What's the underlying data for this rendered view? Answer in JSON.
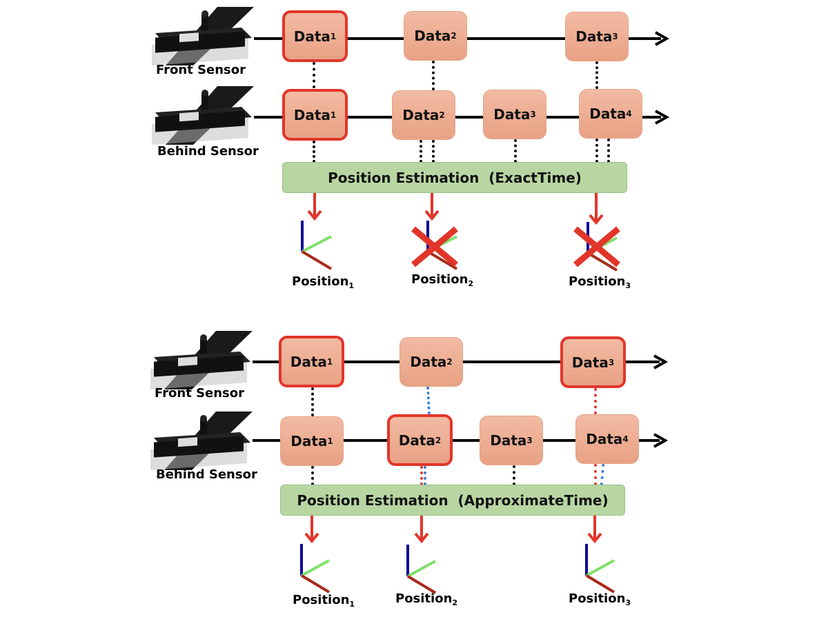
{
  "sections": [
    {
      "mode": "ExactTime",
      "estimation_label": "Position Estimation",
      "estimation_mode_label": "(ExactTime)",
      "front_sensor": {
        "label": "Front Sensor",
        "data": [
          {
            "name": "Data",
            "sub": "1",
            "highlighted": true
          },
          {
            "name": "Data",
            "sub": "2",
            "highlighted": false
          },
          {
            "name": "Data",
            "sub": "3",
            "highlighted": false
          }
        ]
      },
      "behind_sensor": {
        "label": "Behind Sensor",
        "data": [
          {
            "name": "Data",
            "sub": "1",
            "highlighted": true
          },
          {
            "name": "Data",
            "sub": "2",
            "highlighted": false
          },
          {
            "name": "Data",
            "sub": "3",
            "highlighted": false
          },
          {
            "name": "Data",
            "sub": "4",
            "highlighted": false
          }
        ]
      },
      "positions": [
        {
          "name": "Position",
          "sub": "1",
          "rejected": false
        },
        {
          "name": "Position",
          "sub": "2",
          "rejected": true
        },
        {
          "name": "Position",
          "sub": "3",
          "rejected": true
        }
      ]
    },
    {
      "mode": "ApproximateTime",
      "estimation_label": "Position Estimation",
      "estimation_mode_label": "(ApproximateTime)",
      "front_sensor": {
        "label": "Front Sensor",
        "data": [
          {
            "name": "Data",
            "sub": "1",
            "highlighted": true
          },
          {
            "name": "Data",
            "sub": "2",
            "highlighted": false
          },
          {
            "name": "Data",
            "sub": "3",
            "highlighted": true
          }
        ]
      },
      "behind_sensor": {
        "label": "Behind Sensor",
        "data": [
          {
            "name": "Data",
            "sub": "1",
            "highlighted": false
          },
          {
            "name": "Data",
            "sub": "2",
            "highlighted": true
          },
          {
            "name": "Data",
            "sub": "3",
            "highlighted": false
          },
          {
            "name": "Data",
            "sub": "4",
            "highlighted": false
          }
        ]
      },
      "positions": [
        {
          "name": "Position",
          "sub": "1",
          "rejected": false
        },
        {
          "name": "Position",
          "sub": "2",
          "rejected": false
        },
        {
          "name": "Position",
          "sub": "3",
          "rejected": false
        }
      ]
    }
  ],
  "colors": {
    "highlight": "#e2352a",
    "box_fill": "#eeae92",
    "estimation_fill": "#b8d6a2",
    "match_blue": "#3a7bd0"
  }
}
